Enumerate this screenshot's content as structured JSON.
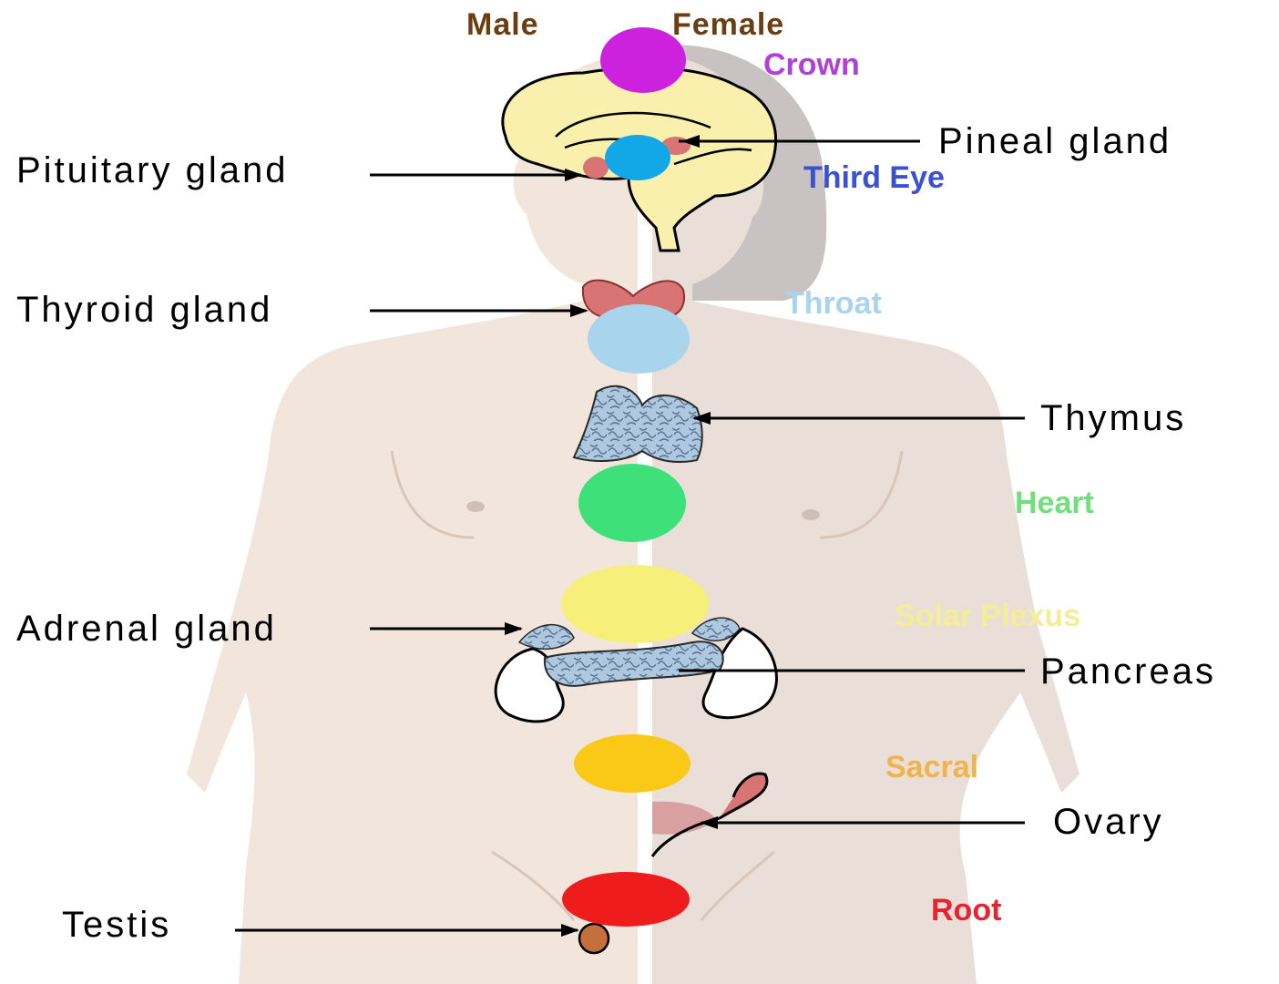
{
  "header": {
    "male_label": "Male",
    "female_label": "Female",
    "header_color": "#6b3e12"
  },
  "chakras": [
    {
      "name": "Crown",
      "color": "#cc22dd",
      "label_color": "#b040d8"
    },
    {
      "name": "Third Eye",
      "color": "#12a8e8",
      "label_color": "#3b52d0"
    },
    {
      "name": "Throat",
      "color": "#a8d4ec",
      "label_color": "#a8d4ee"
    },
    {
      "name": "Heart",
      "color": "#3ee07a",
      "label_color": "#6fe07a"
    },
    {
      "name": "Solar Plexus",
      "color": "#f6f07a",
      "label_color": "#f4ee96"
    },
    {
      "name": "Sacral",
      "color": "#fac816",
      "label_color": "#f0b44c"
    },
    {
      "name": "Root",
      "color": "#ee1c1c",
      "label_color": "#e8222e"
    }
  ],
  "glands": {
    "pineal": "Pineal gland",
    "pituitary": "Pituitary gland",
    "thyroid": "Thyroid gland",
    "thymus": "Thymus",
    "adrenal": "Adrenal gland",
    "pancreas": "Pancreas",
    "ovary": "Ovary",
    "testis": "Testis"
  },
  "colors": {
    "skin_male": "#f2e6dc",
    "skin_female": "#eaded8",
    "hair": "#c8c2c2",
    "brain": "#f8f0ac",
    "gland_red": "#d87474",
    "gland_blue": "#aec8e0",
    "testis": "#c4703c"
  }
}
